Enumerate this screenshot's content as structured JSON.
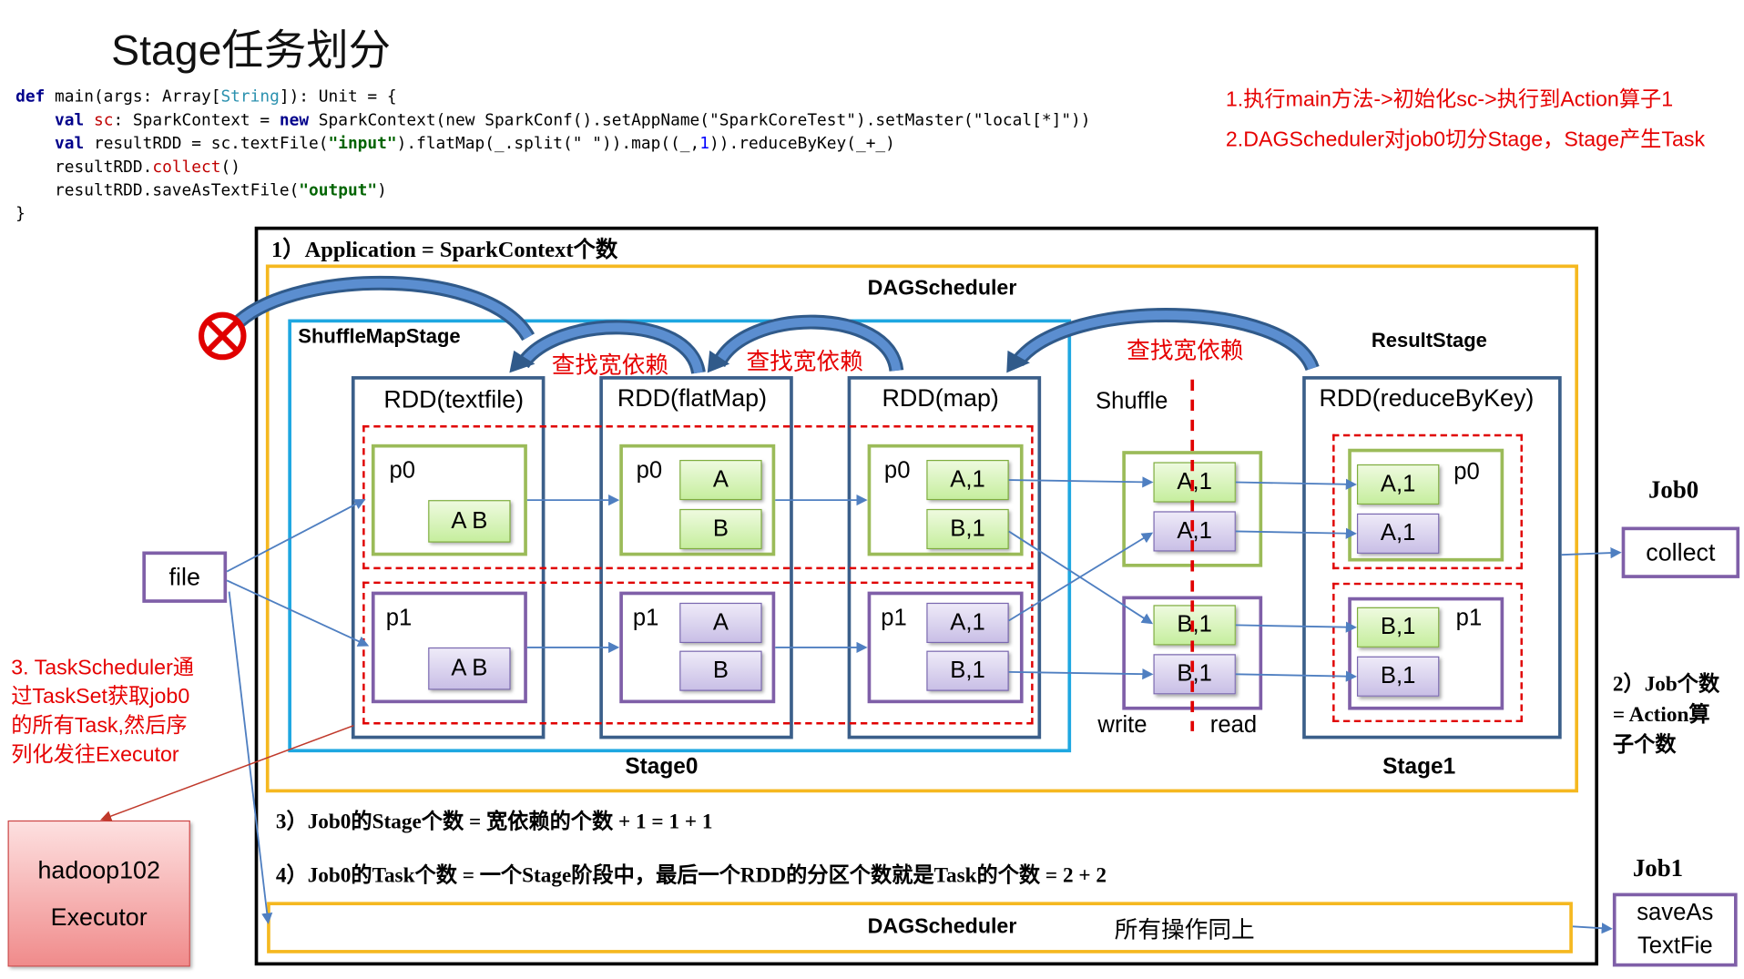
{
  "title": "Stage任务划分",
  "code": {
    "l1_kw": "def",
    "l1_a": " main(args: Array[",
    "l1_ty": "String",
    "l1_b": "]): Unit = {",
    "l2_kw": "val",
    "l2_sc": "sc",
    "l2_a": ": SparkContext = ",
    "l2_new": "new",
    "l2_b": " SparkContext(new SparkConf().setAppName(\"SparkCoreTest\").setMaster(\"local[*]\"))",
    "l3_kw": "val",
    "l3_a": " resultRDD = sc.textFile(",
    "l3_str": "\"input\"",
    "l3_b": ").flatMap(_.split(\" \")).map((_,",
    "l3_num": "1",
    "l3_c": ")).reduceByKey(_+_)",
    "l4_a": "resultRDD.",
    "l4_m": "collect",
    "l4_b": "()",
    "l5_a": "resultRDD.saveAsTextFile(",
    "l5_str": "\"output\"",
    "l5_b": ")",
    "l6": "}"
  },
  "notes": {
    "n1": "1.执行main方法->初始化sc->执行到Action算子1",
    "n2": "2.DAGScheduler对job0切分Stage，Stage产生Task",
    "n3": [
      "3. TaskScheduler通",
      "过TaskSet获取job0",
      "的所有Task,然后序",
      "列化发往Executor"
    ]
  },
  "labels": {
    "application": "1）Application = SparkContext个数",
    "dagscheduler": "DAGScheduler",
    "shuffle_map_stage": "ShuffleMapStage",
    "result_stage": "ResultStage",
    "find_wide": "查找宽依赖",
    "shuffle": "Shuffle",
    "write": "write",
    "read": "read",
    "stage0": "Stage0",
    "stage1": "Stage1",
    "job0": "Job0",
    "job1": "Job1",
    "collect": "collect",
    "save1": "saveAs",
    "save2": "TextFie",
    "file": "file",
    "exec1": "hadoop102",
    "exec2": "Executor",
    "job_count": [
      "2）Job个数",
      "= Action算",
      "子个数"
    ],
    "stage_count": "3）Job0的Stage个数 = 宽依赖的个数 + 1 = 1 + 1",
    "task_count": "4）Job0的Task个数 = 一个Stage阶段中，最后一个RDD的分区个数就是Task的个数 = 2 + 2",
    "dag2": "DAGScheduler",
    "same_ops": "所有操作同上"
  },
  "rdds": {
    "textfile": "RDD(textfile)",
    "flatmap": "RDD(flatMap)",
    "map": "RDD(map)",
    "reduce": "RDD(reduceByKey)"
  },
  "parts": {
    "p0": "p0",
    "p1": "p1"
  },
  "cells": {
    "ab": "A B",
    "a": "A",
    "b": "B",
    "a1": "A,1",
    "b1": "B,1"
  },
  "colors": {
    "rdd_border": "#3b5f8a",
    "stage_border": "#1ea7e1",
    "dag_border": "#f5b820",
    "partition_dash": "#e00000",
    "arrow": "#4f7fc1",
    "cell_green": "#c6ee9e",
    "cell_purple": "#c9bfe6",
    "executor_fill": "#f4a7a7",
    "note_red": "#e60000"
  }
}
